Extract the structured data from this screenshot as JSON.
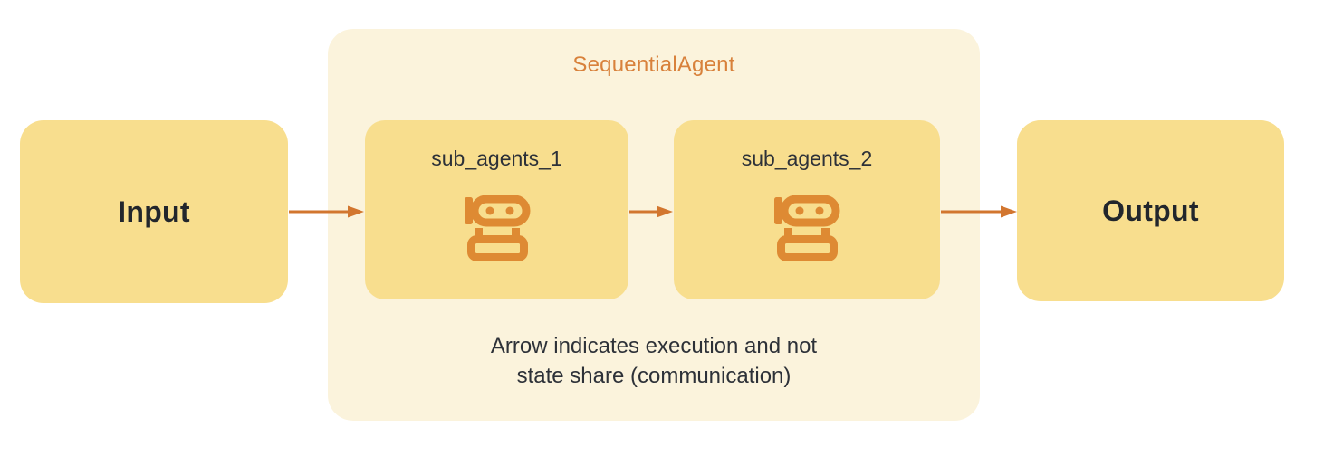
{
  "diagram": {
    "title": "SequentialAgent",
    "input": {
      "label": "Input"
    },
    "output": {
      "label": "Output"
    },
    "sub_agents": [
      {
        "label": "sub_agents_1",
        "icon": "robot-icon"
      },
      {
        "label": "sub_agents_2",
        "icon": "robot-icon"
      }
    ],
    "caption": {
      "line1": "Arrow indicates execution and not",
      "line2": "state share (communication)"
    },
    "flow": [
      "input -> sub_agents_1",
      "sub_agents_1 -> sub_agents_2",
      "sub_agents_2 -> output"
    ],
    "colors": {
      "box_fill": "#F8DE8E",
      "container_fill": "#FBF3DC",
      "title_orange": "#D8813B",
      "arrow_orange": "#D2762F",
      "icon_orange": "#DE8A33",
      "text_dark": "#22262C",
      "label_dark": "#2D3138",
      "background": "#FFFFFF"
    }
  }
}
